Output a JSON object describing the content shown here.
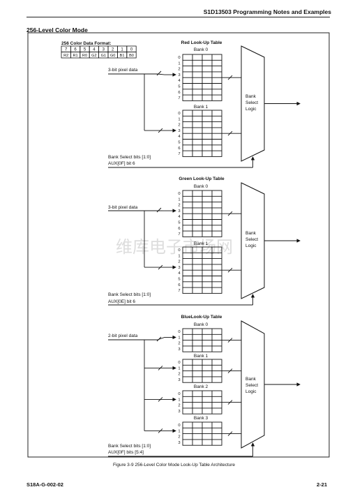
{
  "header": {
    "title": "S1D13503 Programming Notes and Examples"
  },
  "section_title": "256-Level Color Mode",
  "format_box": {
    "title": "256 Color Data Format:",
    "bits": [
      "7",
      "6",
      "5",
      "4",
      "3",
      "2",
      "1",
      "0"
    ],
    "fields": [
      "R2",
      "R1",
      "R0",
      "G2",
      "G1",
      "G0",
      "B1",
      "B0"
    ]
  },
  "red": {
    "title": "Red Look-Up Table",
    "input_label": "3-bit pixel data",
    "bank_labels": [
      "Bank 0",
      "Bank 1"
    ],
    "row_labels": [
      "0",
      "1",
      "2",
      "3",
      "4",
      "5",
      "6",
      "7"
    ],
    "select_label_1": "Bank Select bits [1:0]",
    "select_label_2": "AUX[0F] bit 6",
    "logic_lines": [
      "Bank",
      "Select",
      "Logic"
    ]
  },
  "green": {
    "title": "Green Look-Up Table",
    "input_label": "3-bit pixel data",
    "bank_labels": [
      "Bank 0",
      "Bank 1"
    ],
    "row_labels": [
      "0",
      "1",
      "2",
      "3",
      "4",
      "5",
      "6",
      "7"
    ],
    "select_label_1": "Bank Select bits [1:0]",
    "select_label_2": "AUX[0E] bit 6",
    "logic_lines": [
      "Bank",
      "Select",
      "Logic"
    ]
  },
  "blue": {
    "title": "BlueLook-Up Table",
    "input_label": "2-bit pixel data",
    "bank_labels": [
      "Bank 0",
      "Bank 1",
      "Bank 2",
      "Bank 3"
    ],
    "row_labels": [
      "0",
      "1",
      "2",
      "3"
    ],
    "select_label_1": "Bank Select bits [1:0]",
    "select_label_2": "AUX[0F] bits [5:4]",
    "logic_lines": [
      "Bank",
      "Select",
      "Logic"
    ]
  },
  "watermark": "维库电子市场网",
  "caption": "Figure 3-9  256-Level Color Mode Look-Up Table Architecture",
  "footer": {
    "doc_id": "S18A-G-002-02",
    "page": "2-21"
  }
}
